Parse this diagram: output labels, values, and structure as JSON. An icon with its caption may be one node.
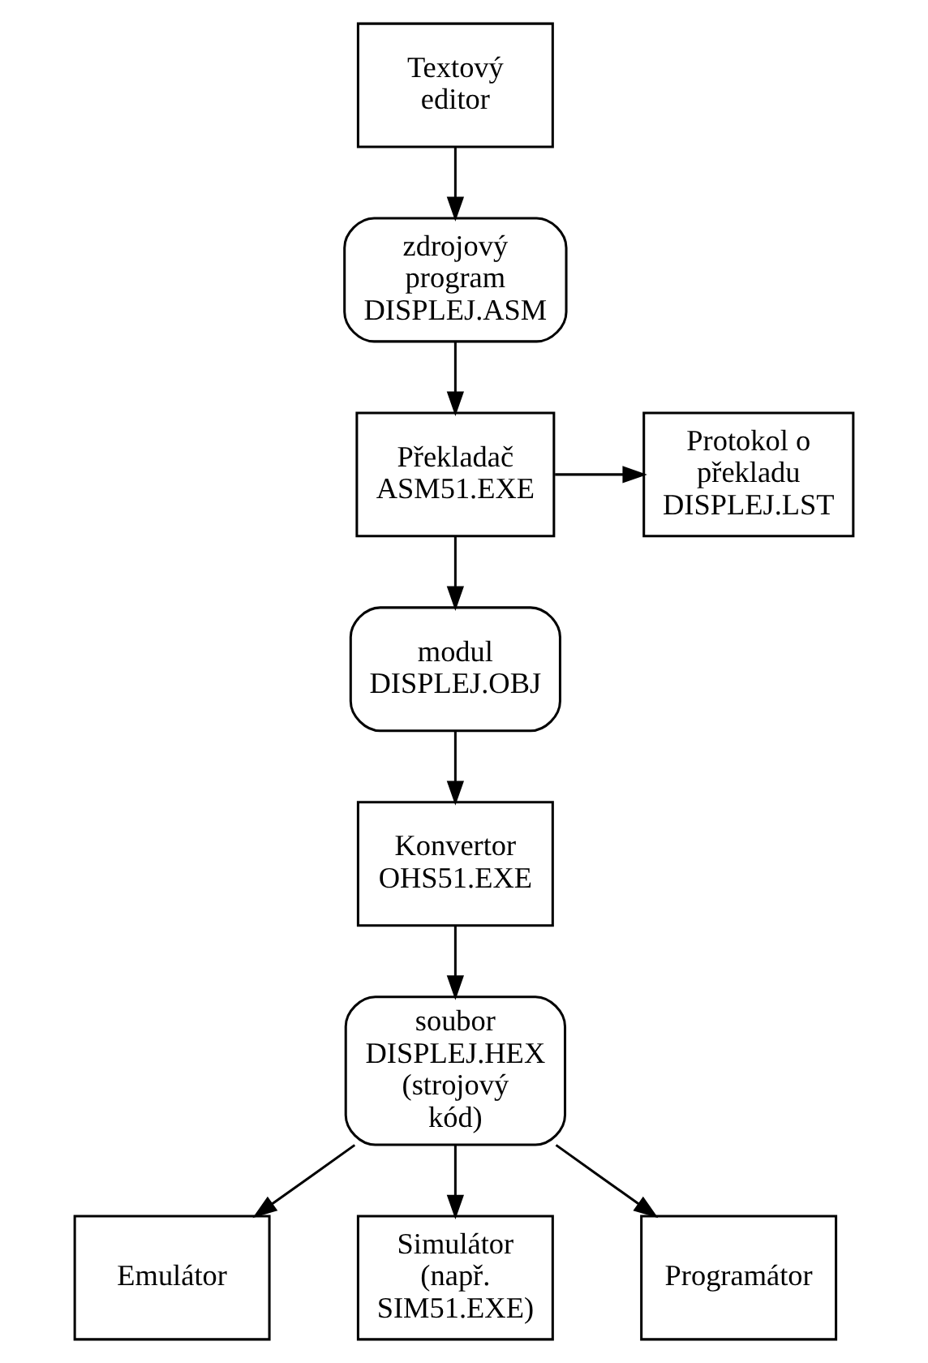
{
  "diagram": {
    "nodes": [
      {
        "text": [
          "Textový editor"
        ]
      },
      {
        "text": [
          "zdrojový program DISPLEJ.ASM"
        ]
      },
      {
        "text": [
          "Protokol o překladu DISPLEJ.LST"
        ]
      },
      {
        "text": [
          "Překladač ASM51.EXE"
        ]
      },
      {
        "text": [
          "modul DISPLEJ.OBJ"
        ]
      },
      {
        "text": [
          "Konvertor OHS51.EXE"
        ]
      },
      {
        "text": [
          "soubor DISPLEJ.HEX (strojový kód)"
        ]
      },
      {
        "text": [
          "Emulátor"
        ]
      },
      {
        "text": [
          "Simulátor (např. SIM51.EXE)"
        ]
      },
      {
        "text": [
          "Programátor"
        ]
      }
    ],
    "edges": [
      {
        "from": 0,
        "to": 1,
        "arrow": "to"
      },
      {
        "from": 1,
        "to": 3,
        "arrow": "to"
      },
      {
        "from": 3,
        "to": 2,
        "arrow": "to"
      },
      {
        "from": 3,
        "to": 4,
        "arrow": "to"
      },
      {
        "from": 4,
        "to": 5,
        "arrow": "to"
      },
      {
        "from": 5,
        "to": 6,
        "arrow": "to"
      },
      {
        "from": 6,
        "to": 7,
        "arrow": "to"
      },
      {
        "from": 6,
        "to": 8,
        "arrow": "to"
      },
      {
        "from": 6,
        "to": 9,
        "arrow": "to"
      }
    ]
  }
}
